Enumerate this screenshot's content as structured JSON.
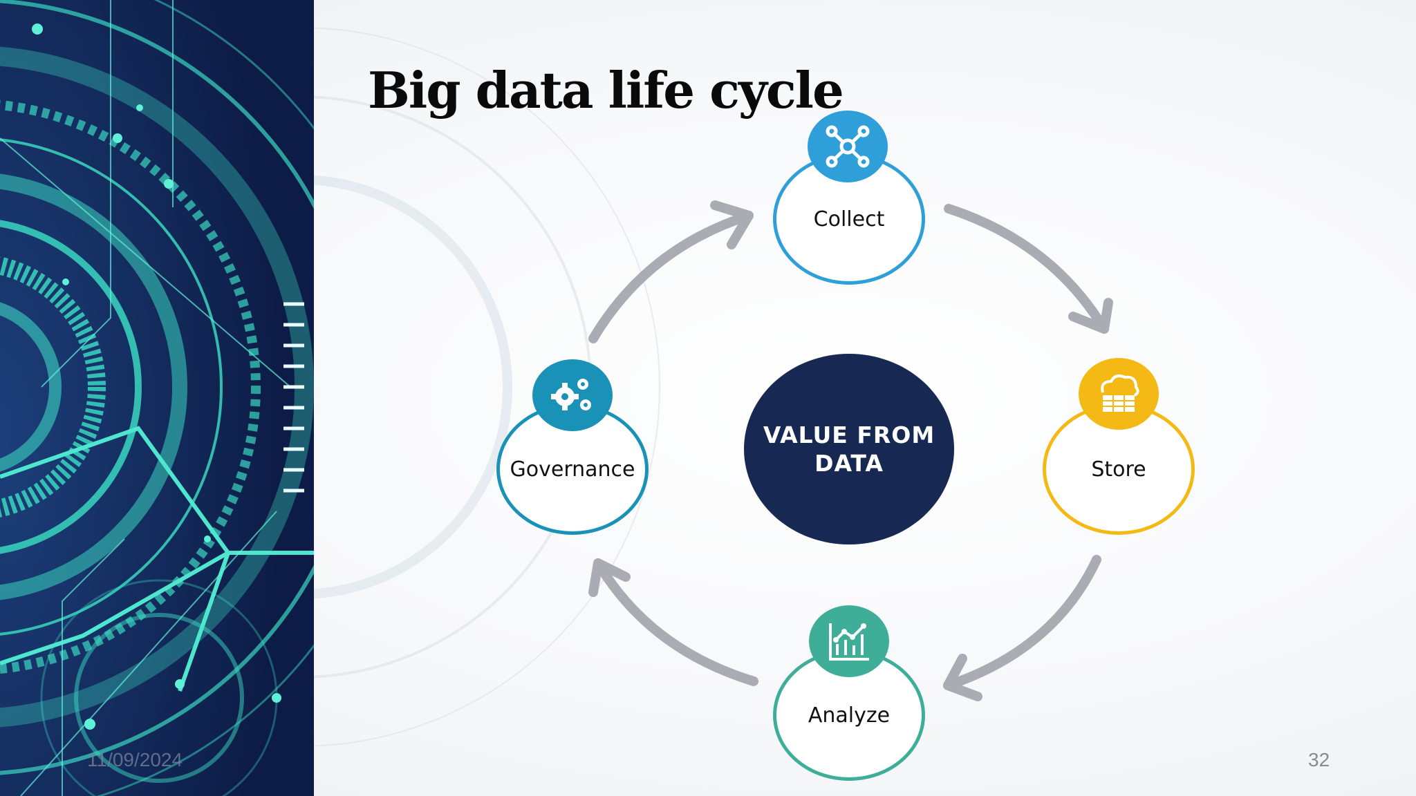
{
  "slide": {
    "title": "Big data life cycle",
    "footer_date": "11/09/2024",
    "page_number": "32"
  },
  "diagram": {
    "center_label": "VALUE FROM DATA",
    "nodes": [
      {
        "label": "Collect",
        "icon": "network-icon",
        "color": "#2e9fd9"
      },
      {
        "label": "Store",
        "icon": "cloud-storage-icon",
        "color": "#f4b914"
      },
      {
        "label": "Analyze",
        "icon": "analytics-chart-icon",
        "color": "#3fae98"
      },
      {
        "label": "Governance",
        "icon": "gears-icon",
        "color": "#1a92b8"
      }
    ],
    "arrow_color": "#a9acb2",
    "center_color": "#172852"
  }
}
